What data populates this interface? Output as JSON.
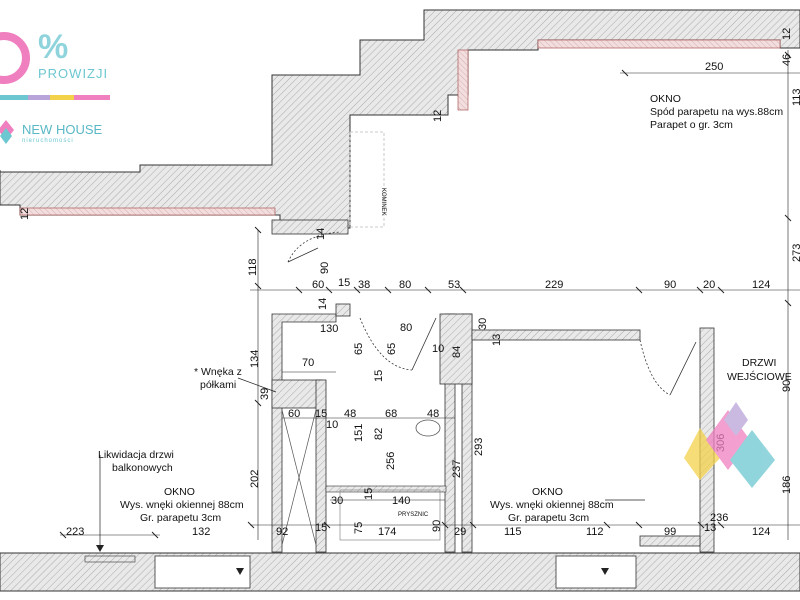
{
  "logo": {
    "prowizja_percent": "%",
    "prowizja_text": "PROWIZJI",
    "brand_name": "NEW HOUSE",
    "brand_sub": "nieruchomości",
    "colors": {
      "teal": "#6dc7d1",
      "pink": "#f07fbf",
      "yellow": "#f3d24a",
      "purple": "#b9a4d9"
    }
  },
  "labels": {
    "okno_top_title": "OKNO",
    "okno_top_line1": "Spód parapetu na wys.88cm",
    "okno_top_line2": "Parapet o gr. 3cm",
    "wneka_line1": "* Wnęka z",
    "wneka_line2": "półkami",
    "likwidacja_line1": "Likwidacja drzwi",
    "likwidacja_line2": "balkonowych",
    "okno_left_title": "OKNO",
    "okno_left_line1": "Wys. wnęki okiennej 88cm",
    "okno_left_line2": "Gr. parapetu 3cm",
    "okno_right_title": "OKNO",
    "okno_right_line1": "Wys. wnęki okiennej 88cm",
    "okno_right_line2": "Gr. parapetu 3cm",
    "drzwi_line1": "DRZWI",
    "drzwi_line2": "WEJŚCIOWE",
    "prysznic": "PRYSZNIC",
    "kominek": "KOMINEK"
  },
  "dimensions": {
    "top_250": "250",
    "top_46": "46",
    "top_12a": "12",
    "top_113": "113",
    "top_12b": "12",
    "left_12": "12",
    "d_14a": "14",
    "d_90a": "90",
    "d_118": "118",
    "d_273": "273",
    "row_60": "60",
    "row_15": "15",
    "row_38": "38",
    "row_80": "80",
    "row_53": "53",
    "row_229": "229",
    "row_90": "90",
    "row_20": "20",
    "row_124": "124",
    "d_14b": "14",
    "d_130": "130",
    "d_80b": "80",
    "d_30a": "30",
    "d_13a": "13",
    "d_65a": "65",
    "d_65b": "65",
    "d_10a": "10",
    "d_84": "84",
    "d_70": "70",
    "d_134": "134",
    "d_15a": "15",
    "d_39": "39",
    "d_60b": "60",
    "d_15b": "15",
    "d_48a": "48",
    "d_68": "68",
    "d_48b": "48",
    "d_10b": "10",
    "d_151": "151",
    "d_82": "82",
    "d_256": "256",
    "d_237": "237",
    "d_293": "293",
    "d_202": "202",
    "d_30b": "30",
    "d_15c": "15",
    "d_140": "140",
    "d_75": "75",
    "d_90b": "90",
    "b_223": "223",
    "b_132": "132",
    "b_92": "92",
    "b_15": "15",
    "b_174": "174",
    "b_29": "29",
    "b_115": "115",
    "b_112": "112",
    "b_99": "99",
    "b_13": "13",
    "b_124": "124",
    "b_236": "236",
    "r_90": "90",
    "r_306": "306",
    "r_186": "186"
  }
}
